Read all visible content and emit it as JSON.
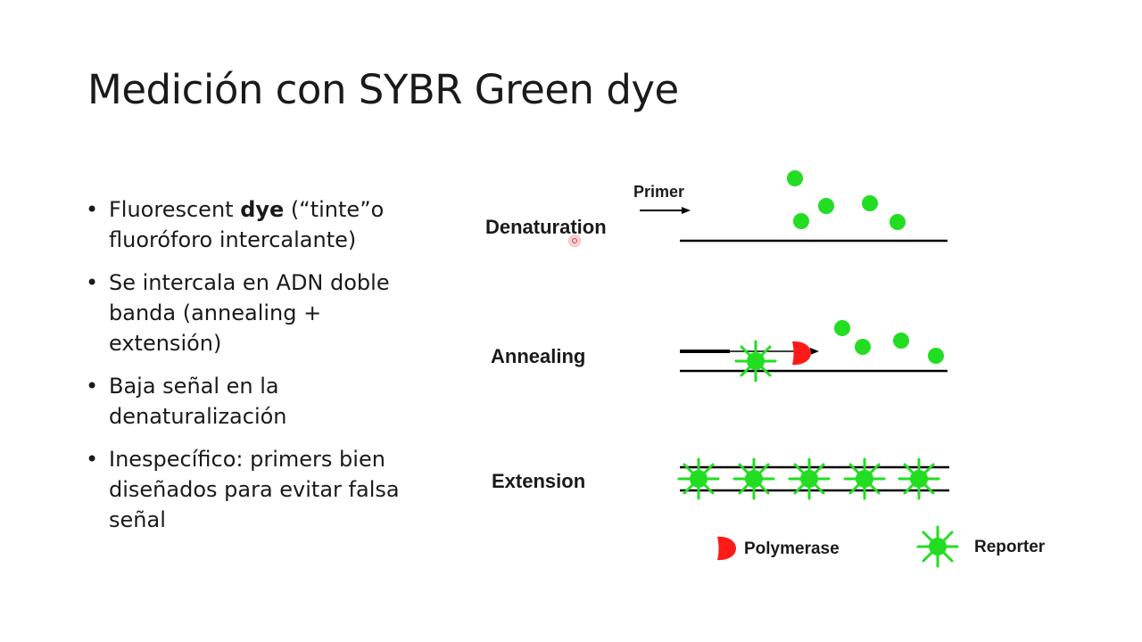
{
  "slide": {
    "title": "Medición con SYBR Green dye",
    "bullets": [
      {
        "pre": "Fluorescent ",
        "bold": "dye",
        "post": " (“tinte”o fluoróforo intercalante)"
      },
      {
        "pre": "Se intercala en ADN doble banda (annealing + extensión)",
        "bold": "",
        "post": ""
      },
      {
        "pre": "Baja señal en la denaturalización",
        "bold": "",
        "post": ""
      },
      {
        "pre": "Inespecífico: primers bien diseñados para evitar falsa señal",
        "bold": "",
        "post": ""
      }
    ]
  },
  "diagram": {
    "primer_label": "Primer",
    "stages": {
      "denaturation": "Denaturation",
      "annealing": "Annealing",
      "extension": "Extension"
    },
    "legend": {
      "polymerase": "Polymerase",
      "reporter": "Reporter"
    },
    "colors": {
      "dye": "#22dd22",
      "polymerase": "#ff1a1a",
      "strand": "#000000"
    },
    "counts": {
      "free_dye_denaturation": 5,
      "free_dye_annealing": 4,
      "bound_reporters_extension": 5
    }
  }
}
